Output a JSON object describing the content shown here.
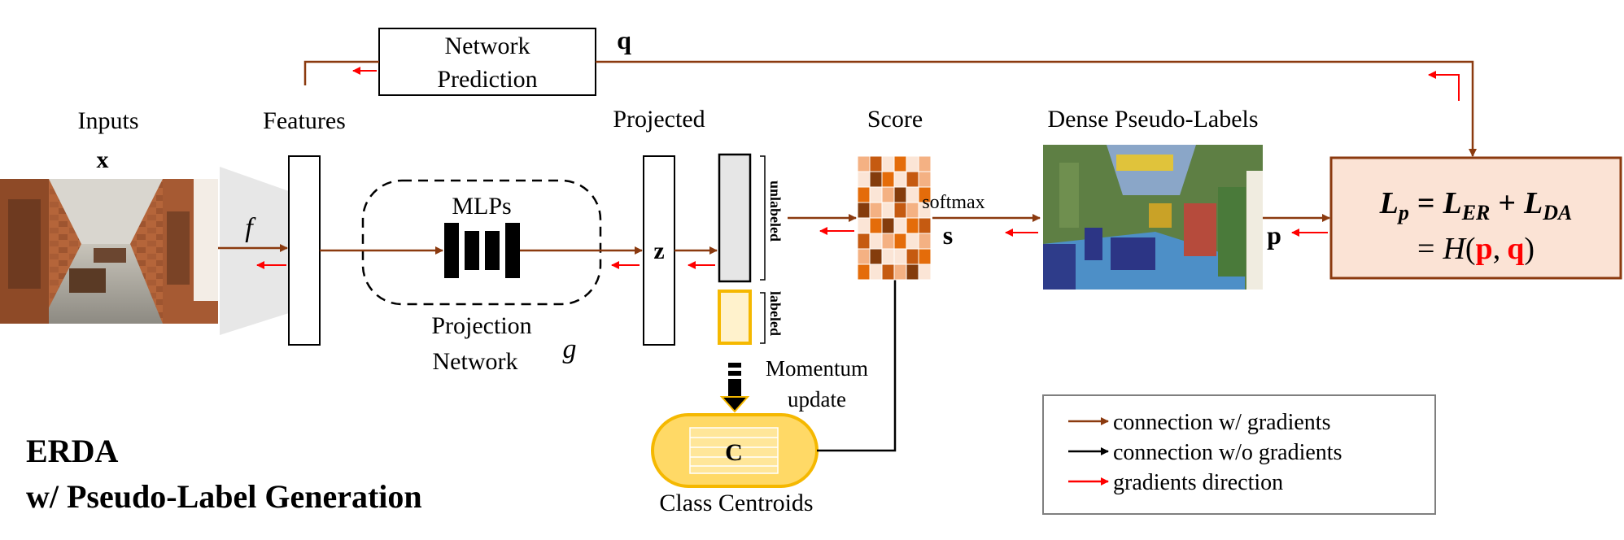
{
  "labels": {
    "inputs": "Inputs",
    "inputs_symbol": "x",
    "features": "Features",
    "f_symbol": "f",
    "network_prediction_line1": "Network",
    "network_prediction_line2": "Prediction",
    "q_symbol": "q",
    "mlps": "MLPs",
    "projection_line1": "Projection",
    "projection_line2": "Network",
    "g_symbol": "g",
    "projected": "Projected",
    "z_symbol": "z",
    "unlabeled": "unlabeled",
    "labeled": "labeled",
    "momentum_line1": "Momentum",
    "momentum_line2": "update",
    "centroid_symbol": "C",
    "class_centroids": "Class Centroids",
    "score": "Score",
    "softmax": "softmax",
    "s_symbol": "s",
    "dense_pseudo_labels": "Dense Pseudo-Labels",
    "p_symbol": "p",
    "title_line1": "ERDA",
    "title_line2": "w/ Pseudo-Label Generation"
  },
  "loss": {
    "line1": {
      "lhs_main": "L",
      "lhs_sub": "p",
      "eq": "=",
      "t1_main": "L",
      "t1_sub": "ER",
      "plus": "+",
      "t2_main": "L",
      "t2_sub": "DA"
    },
    "line2": {
      "eq": "=",
      "func": "H",
      "open": "(",
      "arg1": "p",
      "comma": ",",
      "arg2": "q",
      "close": ")"
    }
  },
  "legend": {
    "items": [
      {
        "label": "connection w/ gradients",
        "color": "#8B3A0F"
      },
      {
        "label": "connection w/o gradients",
        "color": "#000000"
      },
      {
        "label": "gradients direction",
        "color": "#FF0000"
      }
    ]
  },
  "colors": {
    "brown_arrow": "#8B3A0F",
    "red_arrow": "#FF0000",
    "loss_box_fill": "#FBE3D5",
    "loss_box_border": "#8B3A0F",
    "labeled_fill": "#FFF2CC",
    "labeled_border": "#F5B800",
    "unlabeled_fill": "#E6E6E6",
    "centroid_fill": "#FFD966",
    "centroid_border": "#F5B800",
    "highlight_red": "#FF0000"
  },
  "score_grid": {
    "rows": 8,
    "cols": 6,
    "palette": [
      "#FBE5D6",
      "#F4B183",
      "#E46C0A",
      "#C55A11",
      "#843C0C"
    ],
    "cells": [
      [
        1,
        3,
        0,
        2,
        0,
        1
      ],
      [
        0,
        4,
        2,
        0,
        3,
        1
      ],
      [
        2,
        0,
        1,
        4,
        0,
        2
      ],
      [
        4,
        1,
        0,
        3,
        1,
        0
      ],
      [
        0,
        2,
        4,
        0,
        2,
        3
      ],
      [
        3,
        0,
        1,
        2,
        0,
        1
      ],
      [
        1,
        4,
        0,
        0,
        3,
        2
      ],
      [
        2,
        0,
        3,
        1,
        4,
        0
      ]
    ]
  }
}
